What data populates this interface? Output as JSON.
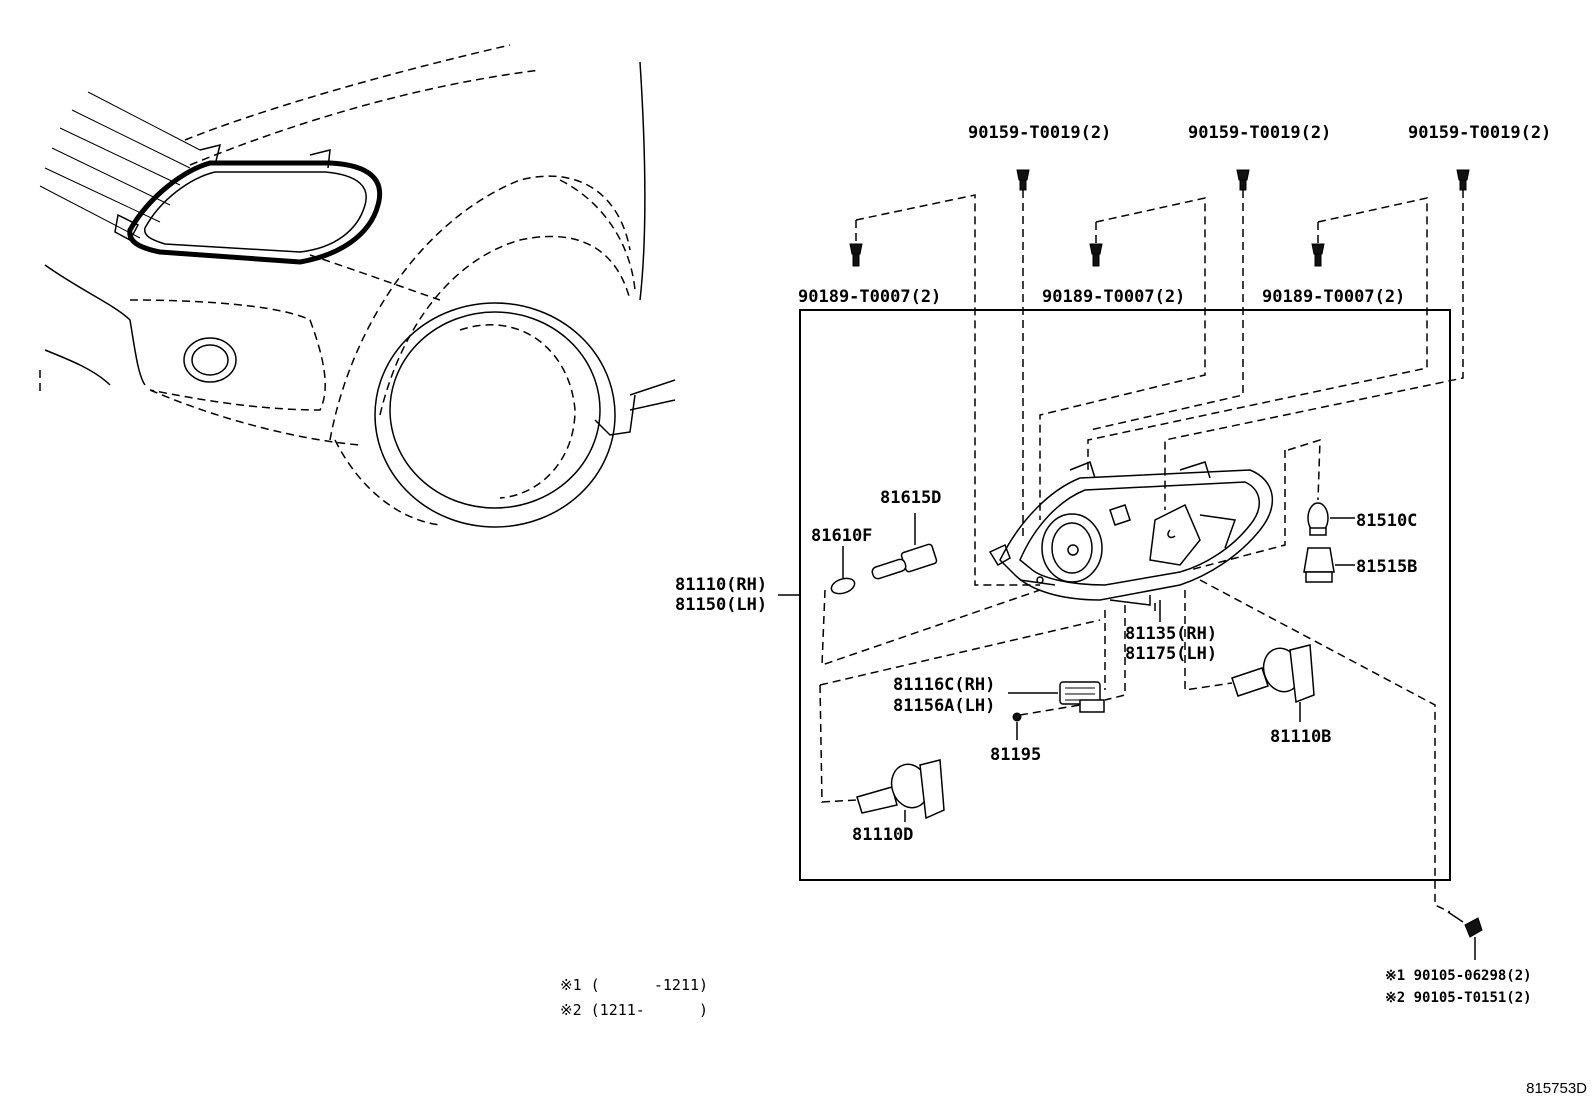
{
  "parts": {
    "p90159_a": "90159-T0019(2)",
    "p90159_b": "90159-T0019(2)",
    "p90159_c": "90159-T0019(2)",
    "p90189_a": "90189-T0007(2)",
    "p90189_b": "90189-T0007(2)",
    "p90189_c": "90189-T0007(2)",
    "p81615D": "81615D",
    "p81610F": "81610F",
    "p81110RH": "81110(RH)",
    "p81150LH": "81150(LH)",
    "p81510C": "81510C",
    "p81515B": "81515B",
    "p81135RH": "81135(RH)",
    "p81175LH": "81175(LH)",
    "p81116CRH": "81116C(RH)",
    "p81156ALH": "81156A(LH)",
    "p81195": "81195",
    "p81110B": "81110B",
    "p81110D": "81110D",
    "p90105_1": "※1 90105-06298(2)",
    "p90105_2": "※2 90105-T0151(2)"
  },
  "notes": {
    "n1": "※1 (      -1211)",
    "n2": "※2 (1211-      )"
  },
  "diagram_code": "815753D"
}
